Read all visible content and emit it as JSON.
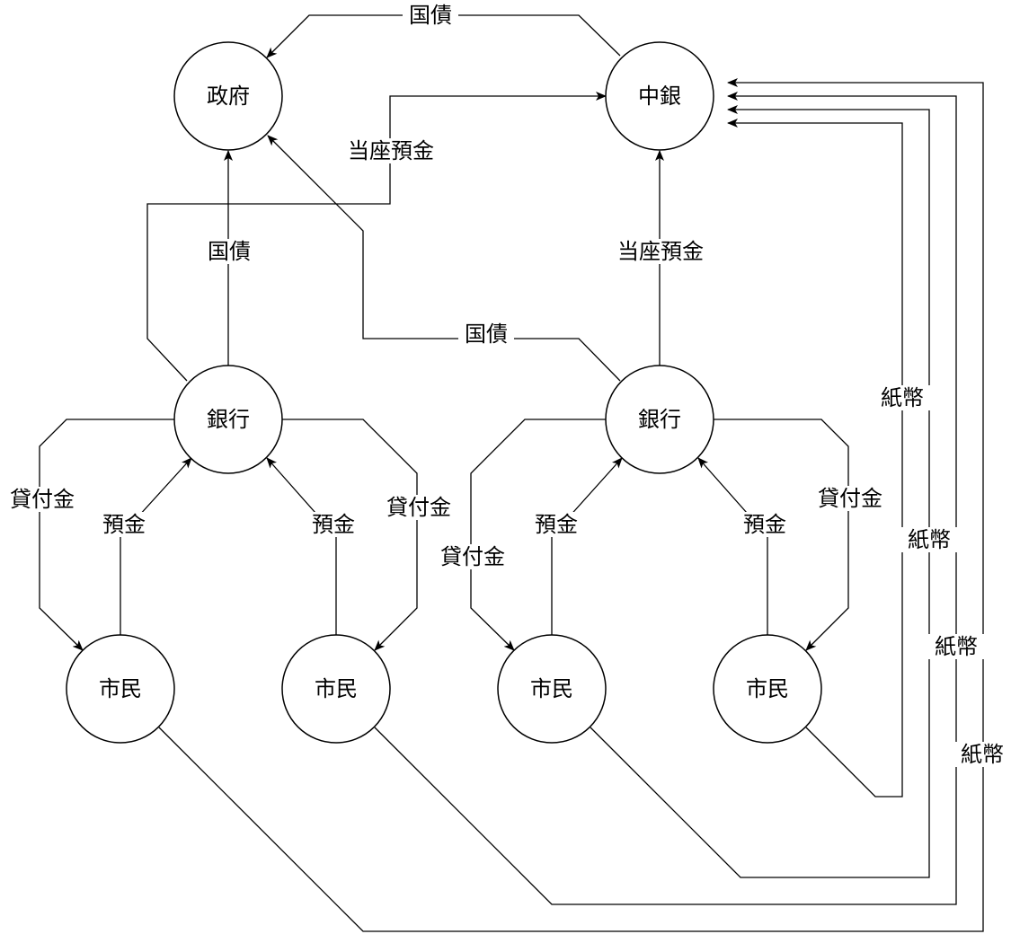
{
  "nodes": {
    "government": "政府",
    "central_bank": "中銀",
    "bank_left": "銀行",
    "bank_right": "銀行",
    "citizen_1": "市民",
    "citizen_2": "市民",
    "citizen_3": "市民",
    "citizen_4": "市民"
  },
  "edges": {
    "cb_to_gov_bonds": "国債",
    "bankL_to_cb_current_deposit": "当座預金",
    "bankL_to_gov_bonds": "国債",
    "bankR_to_gov_bonds": "国債",
    "bankR_to_cb_current_deposit": "当座預金",
    "bankL_to_c1_loan": "貸付金",
    "c1_to_bankL_deposit": "預金",
    "c2_to_bankL_deposit": "預金",
    "bankL_to_c2_loan": "貸付金",
    "bankR_to_c3_loan": "貸付金",
    "c3_to_bankR_deposit": "預金",
    "c4_to_bankR_deposit": "預金",
    "bankR_to_c4_loan": "貸付金",
    "c4_to_cb_banknotes": "紙幣",
    "c3_to_cb_banknotes": "紙幣",
    "c2_to_cb_banknotes": "紙幣",
    "c1_to_cb_banknotes": "紙幣"
  }
}
